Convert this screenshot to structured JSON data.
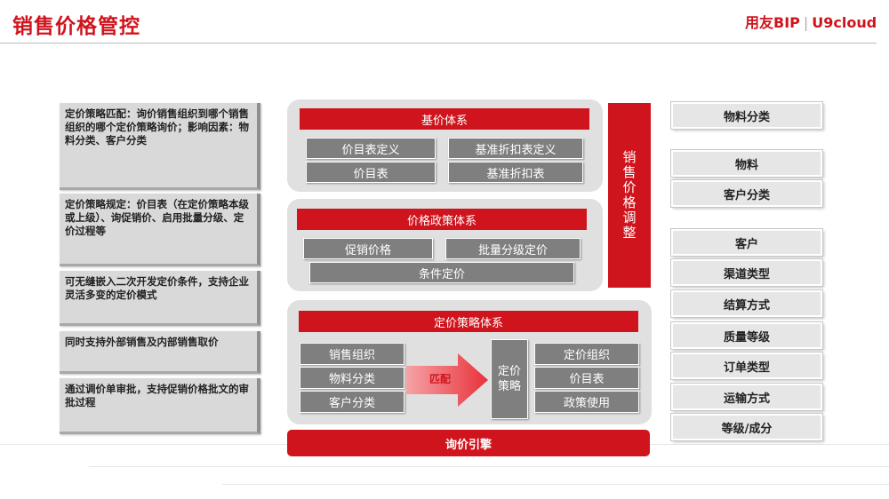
{
  "header": {
    "title": "销售价格管控",
    "logo_brand": "用友BIP",
    "logo_product": "U9cloud"
  },
  "notes": [
    "定价策略匹配：询价销售组织到哪个销售组织的哪个定价策略询价；影响因素：物料分类、客户分类",
    "定价策略规定：价目表（在定价策略本级或上级）、询促销价、启用批量分级、定价过程等",
    "可无缝嵌入二次开发定价条件，支持企业灵活多变的定价模式",
    "同时支持外部销售及内部销售取价",
    "通过调价单审批，支持促销价格批文的审批过程"
  ],
  "base_price": {
    "title": "基价体系",
    "items": [
      "价目表定义",
      "基准折扣表定义",
      "价目表",
      "基准折扣表"
    ]
  },
  "policy": {
    "title": "价格政策体系",
    "items": [
      "促销价格",
      "批量分级定价",
      "条件定价"
    ]
  },
  "strategy": {
    "title": "定价策略体系",
    "left_items": [
      "销售组织",
      "物料分类",
      "客户分类"
    ],
    "match_label": "匹配",
    "center_label": "定价策略",
    "right_items": [
      "定价组织",
      "价目表",
      "政策使用"
    ]
  },
  "adjust_label": "销售价格调整",
  "engine_label": "询价引擎",
  "factors": [
    "物料分类",
    "物料",
    "客户分类",
    "客户",
    "渠道类型",
    "结算方式",
    "质量等级",
    "订单类型",
    "运输方式",
    "等级/成分"
  ],
  "colors": {
    "accent": "#d0141d",
    "gray_button": "#7f7f7f",
    "panel": "#e0e0e0"
  }
}
